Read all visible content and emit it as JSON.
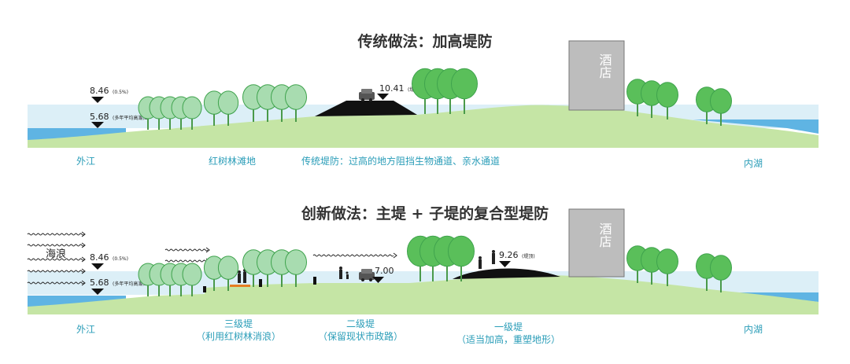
{
  "colors": {
    "water": "#dceff7",
    "sea": "#5fb4e3",
    "ground": "#c5e5a5",
    "tree": "#5abf5a",
    "tree_light": "#a8dcb0",
    "label_text": "#2a9db8",
    "title_text": "#333333",
    "building": "#bdbdbd"
  },
  "top": {
    "title": "传统做法：加高堤防",
    "levels": [
      {
        "value": "8.46",
        "note": "(0.5%)"
      },
      {
        "value": "5.68",
        "note": "(多年平均高潮位)"
      }
    ],
    "dike_level": {
      "value": "10.41",
      "note": "(堤顶)"
    },
    "building_label": "酒店",
    "labels": {
      "outer_river": "外江",
      "mangrove": "红树林滩地",
      "traditional": "传统堤防：过高的地方阻挡生物通道、亲水通道",
      "inner_lake": "内湖"
    }
  },
  "bottom": {
    "title": "创新做法：主堤 + 子堤的复合型堤防",
    "wave_label": "海浪",
    "levels": [
      {
        "value": "8.46",
        "note": "(0.5%)"
      },
      {
        "value": "5.68",
        "note": "(多年平均高潮位)"
      }
    ],
    "road_level": {
      "value": "7.00"
    },
    "dike_level": {
      "value": "9.26",
      "note": "(堤顶)"
    },
    "building_label": "酒店",
    "labels": {
      "outer_river": "外江",
      "third_dike": "三级堤",
      "third_dike_note": "（利用红树林消浪）",
      "second_dike": "二级堤",
      "second_dike_note": "（保留现状市政路）",
      "first_dike": "一级堤",
      "first_dike_note": "（适当加高，重塑地形）",
      "inner_lake": "内湖"
    }
  }
}
